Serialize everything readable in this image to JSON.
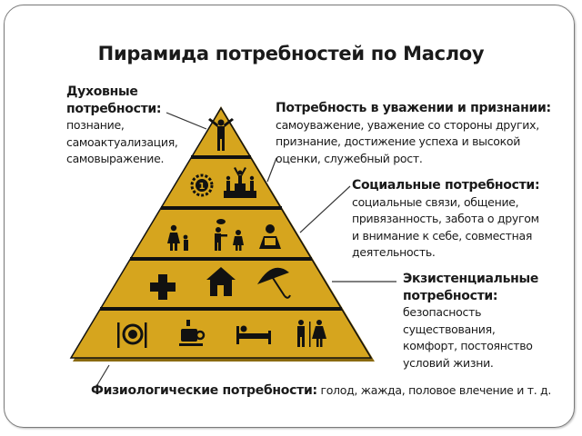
{
  "title": "Пирамида потребностей по Маслоу",
  "colors": {
    "pyramid": "#d6a51e",
    "pyramid_edge": "#8a6a10",
    "band_line": "#111111"
  },
  "levels": {
    "spiritual": {
      "heading": "Духовные потребности:",
      "lines": [
        "познание,",
        "самоактуализация,",
        "самовыражение."
      ]
    },
    "esteem": {
      "heading": "Потребность в уважении и признании:",
      "lines": [
        "самоуважение, уважение со стороны других,",
        "признание, достижение успеха и высокой",
        "оценки, служебный рост."
      ]
    },
    "social": {
      "heading": "Социальные потребности:",
      "lines": [
        "социальные связи, общение,",
        "привязанность, забота о другом",
        "и внимание к себе, совместная",
        "деятельность."
      ]
    },
    "existential": {
      "heading_1": "Экзистенциальные",
      "heading_2": "потребности:",
      "lines": [
        "безопасность",
        "существования,",
        "комфорт, постоянство",
        "условий жизни."
      ]
    },
    "physiological": {
      "heading": "Физиологические потребности:",
      "text": "голод, жажда, половое влечение и т. д."
    }
  },
  "icons": {
    "level1": [
      "person-arms-raised-icon"
    ],
    "level2": [
      "laurel-medal-icon",
      "podium-icon"
    ],
    "level3": [
      "parent-child-icon",
      "people-talking-icon",
      "reading-person-icon"
    ],
    "level4": [
      "medical-cross-icon",
      "house-icon",
      "umbrella-icon"
    ],
    "level5": [
      "fork-plate-knife-icon",
      "cup-icon",
      "bed-icon",
      "restroom-icon"
    ],
    "medal_number": "1"
  }
}
